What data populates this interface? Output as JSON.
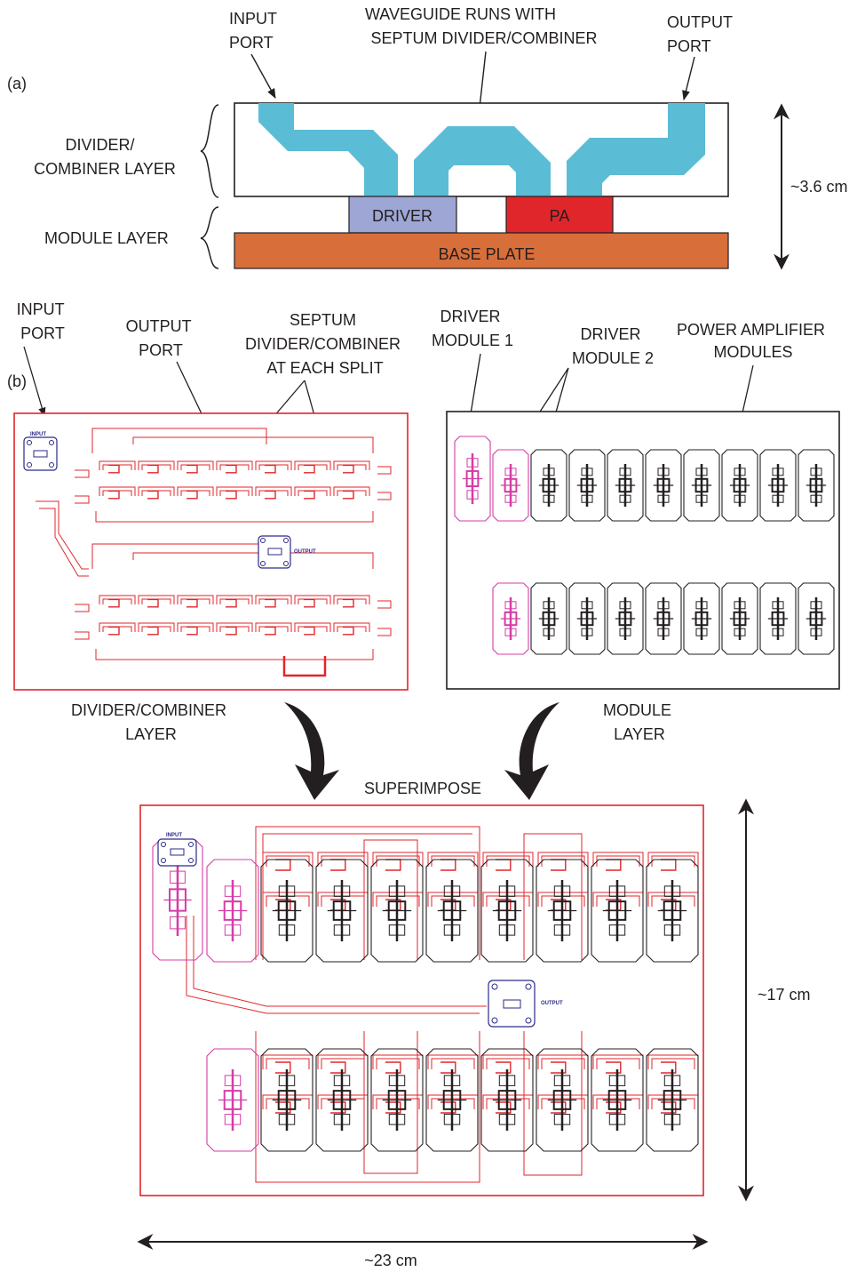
{
  "part_a": {
    "panel_label": "(a)",
    "input_port": [
      "INPUT",
      "PORT"
    ],
    "waveguide_runs": [
      "WAVEGUIDE RUNS WITH",
      "SEPTUM DIVIDER/COMBINER"
    ],
    "output_port": [
      "OUTPUT",
      "PORT"
    ],
    "divider_layer": [
      "DIVIDER/",
      "COMBINER LAYER"
    ],
    "module_layer": "MODULE LAYER",
    "driver": "DRIVER",
    "pa": "PA",
    "base_plate": "BASE PLATE",
    "height_dim": "~3.6 cm"
  },
  "part_b": {
    "panel_label": "(b)",
    "input_port": [
      "INPUT",
      "PORT"
    ],
    "output_port": [
      "OUTPUT",
      "PORT"
    ],
    "septum": [
      "SEPTUM",
      "DIVIDER/COMBINER",
      "AT EACH SPLIT"
    ],
    "driver_module_1": [
      "DRIVER",
      "MODULE 1"
    ],
    "driver_module_2": [
      "DRIVER",
      "MODULE 2"
    ],
    "pa_modules": [
      "POWER AMPLIFIER",
      "MODULES"
    ],
    "divider_layer_caption": [
      "DIVIDER/COMBINER",
      "LAYER"
    ],
    "module_layer_caption": [
      "MODULE",
      "LAYER"
    ],
    "superimpose": "SUPERIMPOSE",
    "pcb_input": "INPUT",
    "pcb_output": "OUTPUT",
    "height_dim": "~17 cm",
    "width_dim": "~23 cm"
  },
  "colors": {
    "waveguide": "#5bbcd6",
    "driver": "#9da6d4",
    "pa": "#e0262b",
    "base_plate": "#d86e3a",
    "trace_red": "#e0262b",
    "module_black": "#231f20",
    "driver_magenta": "#d63ca6",
    "port_blue": "#2a2a8a"
  }
}
